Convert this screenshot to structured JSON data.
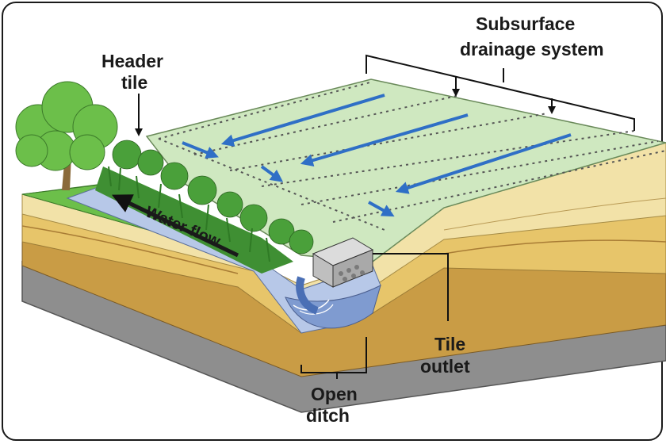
{
  "labels": {
    "subsurface_line1": "Subsurface",
    "subsurface_line2": "drainage system",
    "header_line1": "Header",
    "header_line2": "tile",
    "water_flow": "Water flow",
    "tile_outlet_line1": "Tile",
    "tile_outlet_line2": "outlet",
    "open_ditch_line1": "Open",
    "open_ditch_line2": "ditch"
  },
  "icons": [
    "tree-icon",
    "flow-arrow-icon"
  ],
  "colors": {
    "field_green": "#cfe8c0",
    "grass_green": "#6cbf4a",
    "soil_top": "#f2e2a8",
    "soil_mid": "#e7c56a",
    "soil_dark": "#c99c45",
    "bedrock": "#8e8e8e",
    "water": "#9bb3de",
    "arrow_blue": "#2f6fc6"
  }
}
